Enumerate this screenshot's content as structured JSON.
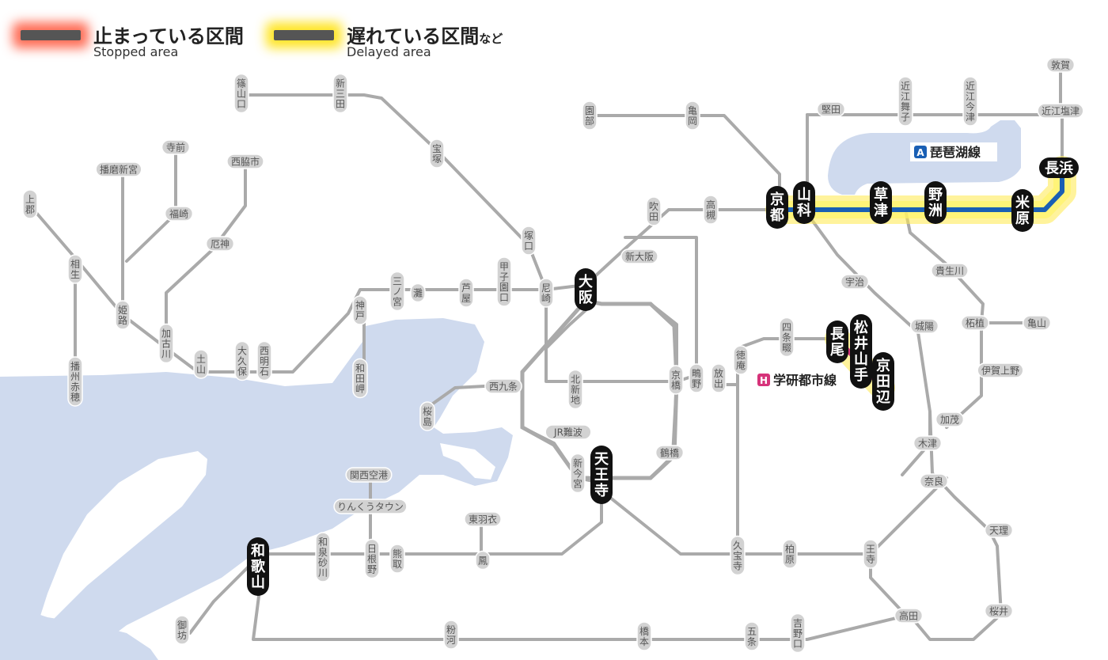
{
  "legend": {
    "stopped": {
      "jp": "止まっている区間",
      "en": "Stopped area",
      "color": "#ff3c1e"
    },
    "delayed": {
      "jp": "遅れている区間",
      "suffix": "など",
      "en": "Delayed area",
      "color": "#ffe100"
    }
  },
  "lines": {
    "biwako": {
      "badge": "A",
      "name": "琵琶湖線",
      "color": "#1a5fb4"
    },
    "gakkento": {
      "badge": "H",
      "name": "学研都市線",
      "color": "#d6337a"
    }
  },
  "stations": {
    "sasayamaguchi": "篠山口",
    "shinsanda": "新三田",
    "takarazuka": "宝塚",
    "sonobe": "園部",
    "kameoka": "亀岡",
    "katata": "堅田",
    "omimaiko": "近江舞子",
    "omiimazu": "近江今津",
    "tsuruga": "敦賀",
    "omishiotsu": "近江塩津",
    "nagahama": "長浜",
    "maibara": "米原",
    "yasu": "野洲",
    "kusatsu": "草津",
    "yamashina": "山科",
    "kyoto": "京都",
    "takatsuki": "高槻",
    "suita": "吹田",
    "shinosaka": "新大阪",
    "osaka": "大阪",
    "amagasaki": "尼崎",
    "tsukaguchi": "塚口",
    "koshienguchi": "甲子園口",
    "ashiya": "芦屋",
    "nada": "灘",
    "sannomiya": "三ノ宮",
    "kobe": "神戸",
    "wadamisaki": "和田岬",
    "nishiakashi": "西明石",
    "okubo": "大久保",
    "tsuchiyama": "土山",
    "kakogawa": "加古川",
    "yashiro": "厄神",
    "nishiwakishi": "西脇市",
    "terasaki": "寺前",
    "fukusaki": "福崎",
    "harimashingu": "播磨新宮",
    "kamigori": "上郡",
    "aioi": "相生",
    "himeji": "姫路",
    "banshuako": "播州赤穂",
    "uji": "宇治",
    "joyo": "城陽",
    "kizugawa": "木津",
    "nara": "奈良",
    "tenri": "天理",
    "sakurai": "桜井",
    "takada": "高田",
    "oji": "王寺",
    "kashiwara": "柏原",
    "kyuhoji": "久宝寺",
    "hanaten": "放出",
    "shigino": "鴫野",
    "kyobashi": "京橋",
    "tsuruhashi": "鶴橋",
    "tennoji": "天王寺",
    "shinimamiya": "新今宮",
    "jrnamba": "JR難波",
    "nishikujo": "西九条",
    "sakurajima": "桜島",
    "kitashinchi": "北新地",
    "tokuan": "徳庵",
    "shijonawate": "四条畷",
    "nagao": "長尾",
    "matsuiyamate": "松井山手",
    "kyotanabe": "京田辺",
    "kibukawa": "貴生川",
    "tsuge": "柘植",
    "kameyama": "亀山",
    "igaueno": "伊賀上野",
    "kamo": "加茂",
    "kansaiairport": "関西空港",
    "rinkutown": "りんくうタウン",
    "hineno": "日根野",
    "kumatori": "熊取",
    "izumisunagawa": "和泉砂川",
    "wakayama": "和歌山",
    "gobo": "御坊",
    "higashihagoromo": "東羽衣",
    "otori": "鳳",
    "kokawa": "粉河",
    "hashimoto": "橋本",
    "gojo": "五条",
    "yoshinoguchi": "吉野口"
  }
}
